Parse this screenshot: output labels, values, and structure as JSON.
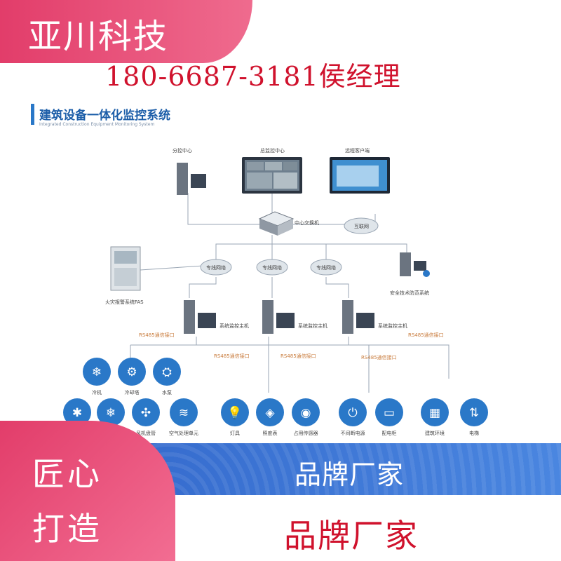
{
  "header": {
    "company": "亚川科技",
    "contact": "180-6687-3181侯经理"
  },
  "diagram": {
    "title": "建筑设备一体化监控系统",
    "subtitle": "Integrated Construction Equipment Monitoring System",
    "nodes": {
      "branch_center": "分控中心",
      "main_center": "总监控中心",
      "remote_client": "远程客户端",
      "core_switch": "中心交换机",
      "internet": "互联网",
      "fire_alarm": "火灾报警系统FAS",
      "security": "安全技术防范系统",
      "dedicated_network": "专线网络",
      "system_host": "系统监控主机",
      "rs485_port": "RS485通信接口"
    },
    "devices": [
      "冷机",
      "冷却塔",
      "水泵",
      "风机",
      "冷冻",
      "风机盘管",
      "空气处理单元",
      "灯具",
      "照度表",
      "占用传感器",
      "不间断电源",
      "配电柜",
      "建筑环境",
      "电梯"
    ]
  },
  "footer": {
    "brand_upper": "品牌厂家",
    "badge_line1": "匠心",
    "badge_line2": "打造",
    "brand_lower": "品牌厂家"
  },
  "colors": {
    "accent_pink": "#e23d6a",
    "phone_red": "#d0122d",
    "diagram_blue": "#2a78c8",
    "wave_blue": "#3a72d2"
  }
}
